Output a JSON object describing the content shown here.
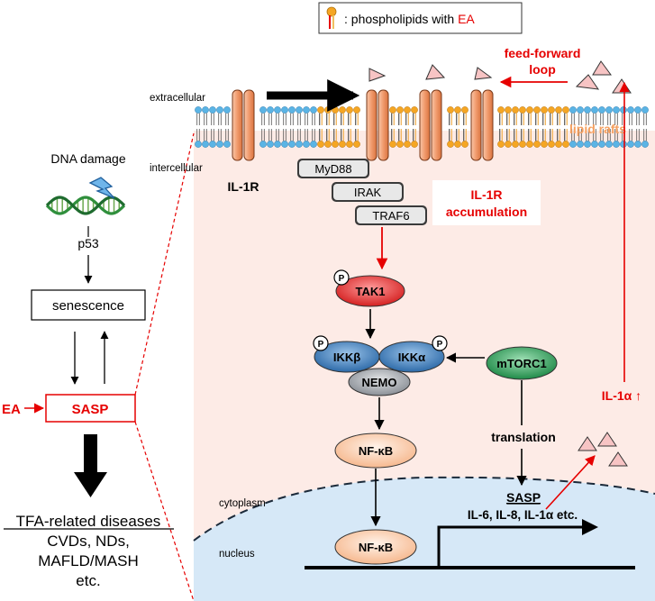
{
  "legend": {
    "prefix": ": phospholipids with ",
    "highlight": "EA"
  },
  "left_panel": {
    "dna_damage": "DNA damage",
    "p53": "p53",
    "senescence": "senescence",
    "ea": "EA",
    "sasp": "SASP",
    "diseases": [
      "TFA-related diseases",
      "CVDs, NDs,",
      "MAFLD/MASH",
      "etc."
    ]
  },
  "membrane": {
    "extracellular": "extracellular",
    "intercellular": "intercellular",
    "lipid_rafts": "lipid rafts",
    "il1r": "IL-1R",
    "il1r_accumulation": [
      "IL-1R",
      "accumulation"
    ],
    "feed_forward": [
      "feed-forward",
      "loop"
    ]
  },
  "signaling": {
    "myd88": "MyD88",
    "irak": "IRAK",
    "traf6": "TRAF6",
    "tak1": "TAK1",
    "p": "P",
    "ikkb": "IKKβ",
    "ikka": "IKKα",
    "nemo": "NEMO",
    "mtorc1": "mTORC1",
    "nfkb": "NF-κB",
    "translation": "translation",
    "il1a": "IL-1α ↑",
    "cytoplasm": "cytoplasm",
    "nucleus": "nucleus",
    "nfkb_nuclear": "NF-κB",
    "sasp_title": "SASP",
    "sasp_list": "IL-6, IL-8, IL-1α etc."
  },
  "colors": {
    "red": "#e60000",
    "receptor": "#f4a582",
    "lipid_head": "#5ab4e5",
    "raft_head": "#f5a623",
    "tak1": "#e83a3a",
    "ikk": "#3f7fbf",
    "nemo": "#a0a4aa",
    "mtorc1": "#2e9e5b",
    "nfkb": "#fbd3b5",
    "cell_bg": "#fdebe6",
    "nucleus_bg": "#d6e8f7"
  }
}
